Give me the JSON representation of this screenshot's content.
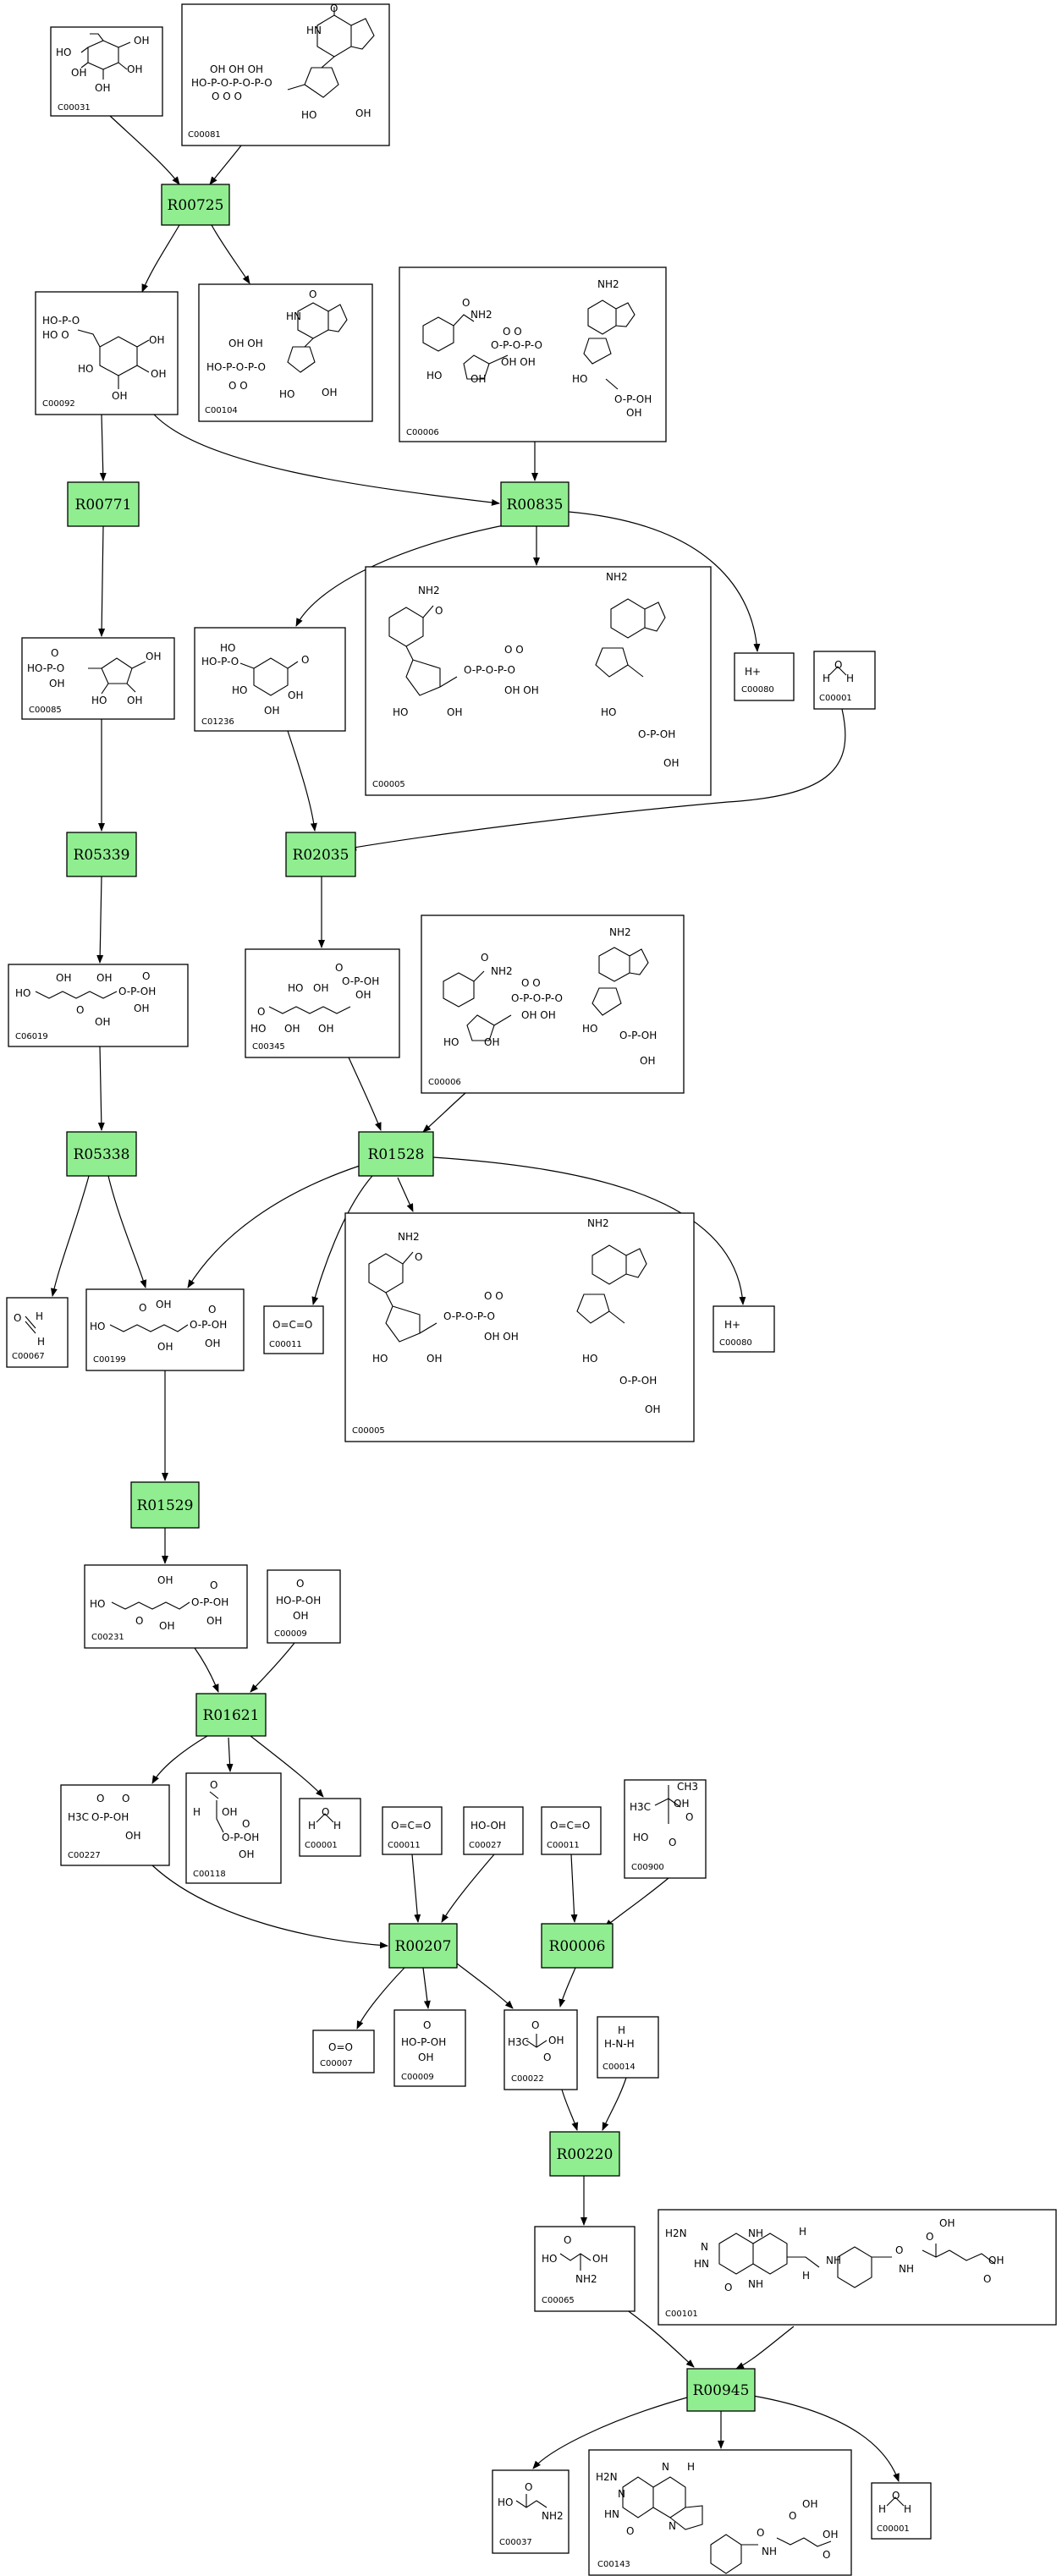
{
  "reactions": [
    {
      "id": "r-R00725",
      "label": "R00725"
    },
    {
      "id": "r-R00771",
      "label": "R00771"
    },
    {
      "id": "r-R00835",
      "label": "R00835"
    },
    {
      "id": "r-R05339",
      "label": "R05339"
    },
    {
      "id": "r-R02035",
      "label": "R02035"
    },
    {
      "id": "r-R05338",
      "label": "R05338"
    },
    {
      "id": "r-R01528",
      "label": "R01528"
    },
    {
      "id": "r-R01529",
      "label": "R01529"
    },
    {
      "id": "r-R01621",
      "label": "R01621"
    },
    {
      "id": "r-R00207",
      "label": "R00207"
    },
    {
      "id": "r-R00006",
      "label": "R00006"
    },
    {
      "id": "r-R00220",
      "label": "R00220"
    },
    {
      "id": "r-R00945",
      "label": "R00945"
    }
  ],
  "compounds": [
    {
      "id": "c-C00031",
      "label": "C00031",
      "formula": "HO / OH / OH / OH / OH"
    },
    {
      "id": "c-C00081",
      "label": "C00081",
      "formula": "HO-P-O-P-O-P-O / OH OH OH / O O O / N H N / OH OH"
    },
    {
      "id": "c-C00092",
      "label": "C00092",
      "formula": "HO-P / HO O / OH / OH / OH OH"
    },
    {
      "id": "c-C00104",
      "label": "C00104",
      "formula": "OH OH / HO-P-O-P-O / O O / OH OH"
    },
    {
      "id": "c-C00006-a",
      "label": "C00006",
      "formula": "NH2 / O / NH2 / OH / HO OH / O-P-OH / OH"
    },
    {
      "id": "c-C00085",
      "label": "C00085",
      "formula": "O / HO-P-O / OH / OH / HO OH"
    },
    {
      "id": "c-C01236",
      "label": "C01236",
      "formula": "HO / HO-P-O / O / HO / OH"
    },
    {
      "id": "c-C00005-a",
      "label": "C00005",
      "formula": "NH2 / N / O / NH2 / O-P-O-P-O / OH OH / HO O / O-P-OH / OH"
    },
    {
      "id": "c-C00080-a",
      "label": "C00080",
      "formula": "H+"
    },
    {
      "id": "c-C00001-a",
      "label": "C00001",
      "formula": "H-O-H"
    },
    {
      "id": "c-C06019",
      "label": "C06019",
      "formula": "HO / OH / O / OH / O-P-OH / OH"
    },
    {
      "id": "c-C00345",
      "label": "C00345",
      "formula": "O / O-P-OH / OH / HO / OH / OH / HO / OH"
    },
    {
      "id": "c-C00006-b",
      "label": "C00006",
      "formula": "NH2 / O / NH2 / HO OH / O-P-OH / OH"
    },
    {
      "id": "c-C00067",
      "label": "C00067",
      "formula": "H / O"
    },
    {
      "id": "c-C00199",
      "label": "C00199",
      "formula": "OH / HO / O / OH / O-P-OH / OH"
    },
    {
      "id": "c-C00011-a",
      "label": "C00011",
      "formula": "O=C=O"
    },
    {
      "id": "c-C00005-b",
      "label": "C00005",
      "formula": "NH2 / N / O / NH2 / O-P-O-P-O / OH OH / HO O / O-P-OH / OH"
    },
    {
      "id": "c-C00080-b",
      "label": "C00080",
      "formula": "H+"
    },
    {
      "id": "c-C00231",
      "label": "C00231",
      "formula": "HO / OH / O / OH / O-P-OH / OH"
    },
    {
      "id": "c-C00009-a",
      "label": "C00009",
      "formula": "HO-P-OH / OH"
    },
    {
      "id": "c-C00227",
      "label": "C00227",
      "formula": "H3C / O / O-P-OH / OH"
    },
    {
      "id": "c-C00118",
      "label": "C00118",
      "formula": "O / H-OH / O-P-OH / OH"
    },
    {
      "id": "c-C00001-b",
      "label": "C00001",
      "formula": "H-O-H"
    },
    {
      "id": "c-C00011-b",
      "label": "C00011",
      "formula": "O=C=O"
    },
    {
      "id": "c-C00027",
      "label": "C00027",
      "formula": "HO-OH"
    },
    {
      "id": "c-C00011-c",
      "label": "C00011",
      "formula": "O=C=O"
    },
    {
      "id": "c-C00900",
      "label": "C00900",
      "formula": "CH3 / H3C / OH / O / HO / O"
    },
    {
      "id": "c-C00007",
      "label": "C00007",
      "formula": "O=O"
    },
    {
      "id": "c-C00009-b",
      "label": "C00009",
      "formula": "HO-P-OH / OH"
    },
    {
      "id": "c-C00022",
      "label": "C00022",
      "formula": "O / H3C / OH / O"
    },
    {
      "id": "c-C00014",
      "label": "C00014",
      "formula": "H-N-H / H"
    },
    {
      "id": "c-C00065",
      "label": "C00065",
      "formula": "O / HO / OH / NH2"
    },
    {
      "id": "c-C00101",
      "label": "C00101",
      "formula": "H2N / N / NH / HN / NH / O / O / OH / NH / O / OH"
    },
    {
      "id": "c-C00037",
      "label": "C00037",
      "formula": "O / HO / NH2"
    },
    {
      "id": "c-C00143",
      "label": "C00143",
      "formula": "H2N / N / N / HN / N / O / OH / NH / O / OH / O"
    },
    {
      "id": "c-C00001-c",
      "label": "C00001",
      "formula": "H-O-H"
    }
  ]
}
